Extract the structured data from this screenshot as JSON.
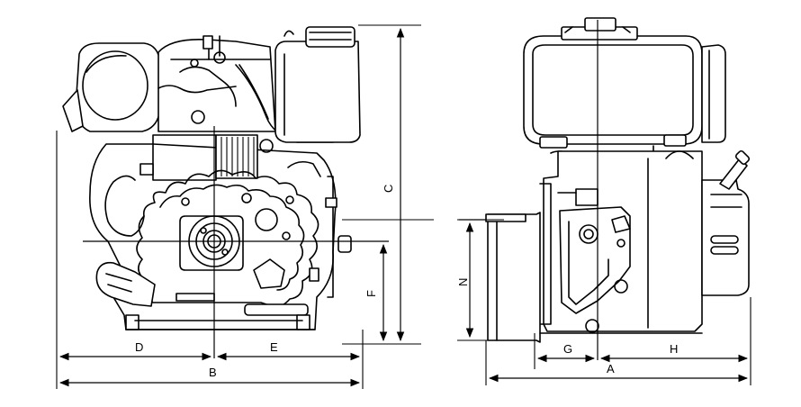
{
  "diagram": {
    "dimension_labels": {
      "A": "A",
      "B": "B",
      "C": "C",
      "D": "D",
      "E": "E",
      "F": "F",
      "G": "G",
      "H": "H",
      "N": "N"
    },
    "views": [
      "front-view",
      "side-view"
    ]
  }
}
